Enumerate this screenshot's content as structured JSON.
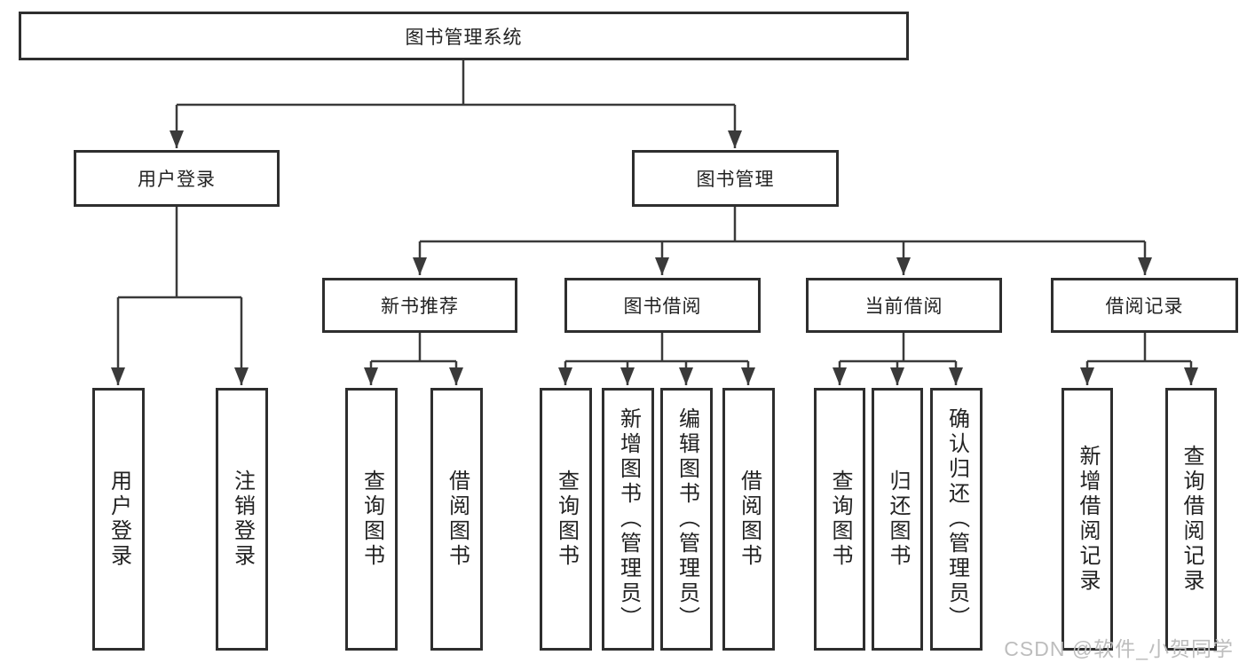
{
  "tree": {
    "root": {
      "label": "图书管理系统"
    },
    "branches": [
      {
        "label": "用户登录",
        "children": [
          {
            "label": "用户登录"
          },
          {
            "label": "注销登录"
          }
        ]
      },
      {
        "label": "图书管理",
        "children": [
          {
            "label": "新书推荐",
            "children": [
              {
                "label": "查询图书"
              },
              {
                "label": "借阅图书"
              }
            ]
          },
          {
            "label": "图书借阅",
            "children": [
              {
                "label": "查询图书"
              },
              {
                "label": "新增图书（管理员）"
              },
              {
                "label": "编辑图书（管理员）"
              },
              {
                "label": "借阅图书"
              }
            ]
          },
          {
            "label": "当前借阅",
            "children": [
              {
                "label": "查询图书"
              },
              {
                "label": "归还图书"
              },
              {
                "label": "确认归还（管理员）"
              }
            ]
          },
          {
            "label": "借阅记录",
            "children": [
              {
                "label": "新增借阅记录"
              },
              {
                "label": "查询借阅记录"
              }
            ]
          }
        ]
      }
    ]
  },
  "watermark": "CSDN @软件_小贺同学",
  "colors": {
    "line": "#3a3a3a",
    "box_border": "#2e2e2e",
    "box_fill": "#ffffff",
    "text": "#222222",
    "watermark": "#bdbdbd",
    "background": "#ffffff"
  }
}
